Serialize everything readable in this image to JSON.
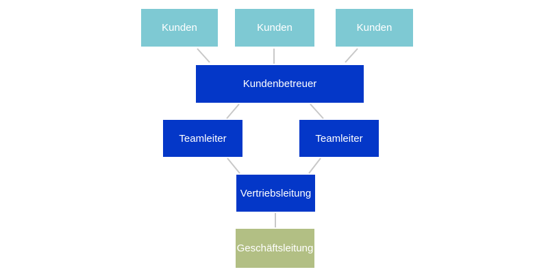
{
  "org_chart": {
    "nodes": [
      {
        "id": "kunden-1",
        "label": "Kunden",
        "type": "customer"
      },
      {
        "id": "kunden-2",
        "label": "Kunden",
        "type": "customer"
      },
      {
        "id": "kunden-3",
        "label": "Kunden",
        "type": "customer"
      },
      {
        "id": "kundenbetreuer",
        "label": "Kundenbetreuer",
        "type": "chain"
      },
      {
        "id": "teamleiter-1",
        "label": "Teamleiter",
        "type": "chain"
      },
      {
        "id": "teamleiter-2",
        "label": "Teamleiter",
        "type": "chain"
      },
      {
        "id": "vertriebsleitung",
        "label": "Vertriebsleitung",
        "type": "chain"
      },
      {
        "id": "geschaeftsleitung",
        "label": "Geschäftsleitung",
        "type": "executive"
      }
    ],
    "edges": [
      {
        "from": "kunden-1",
        "to": "kundenbetreuer"
      },
      {
        "from": "kunden-2",
        "to": "kundenbetreuer"
      },
      {
        "from": "kunden-3",
        "to": "kundenbetreuer"
      },
      {
        "from": "kundenbetreuer",
        "to": "teamleiter-1"
      },
      {
        "from": "kundenbetreuer",
        "to": "teamleiter-2"
      },
      {
        "from": "teamleiter-1",
        "to": "vertriebsleitung"
      },
      {
        "from": "teamleiter-2",
        "to": "vertriebsleitung"
      },
      {
        "from": "vertriebsleitung",
        "to": "geschaeftsleitung"
      }
    ]
  },
  "colors": {
    "customer_box": "#7ec9d3",
    "chain_box": "#0437c8",
    "executive_box": "#b2bf84",
    "connector_line": "#c8c8c8",
    "node_text": "#ffffff",
    "background": "#ffffff"
  }
}
